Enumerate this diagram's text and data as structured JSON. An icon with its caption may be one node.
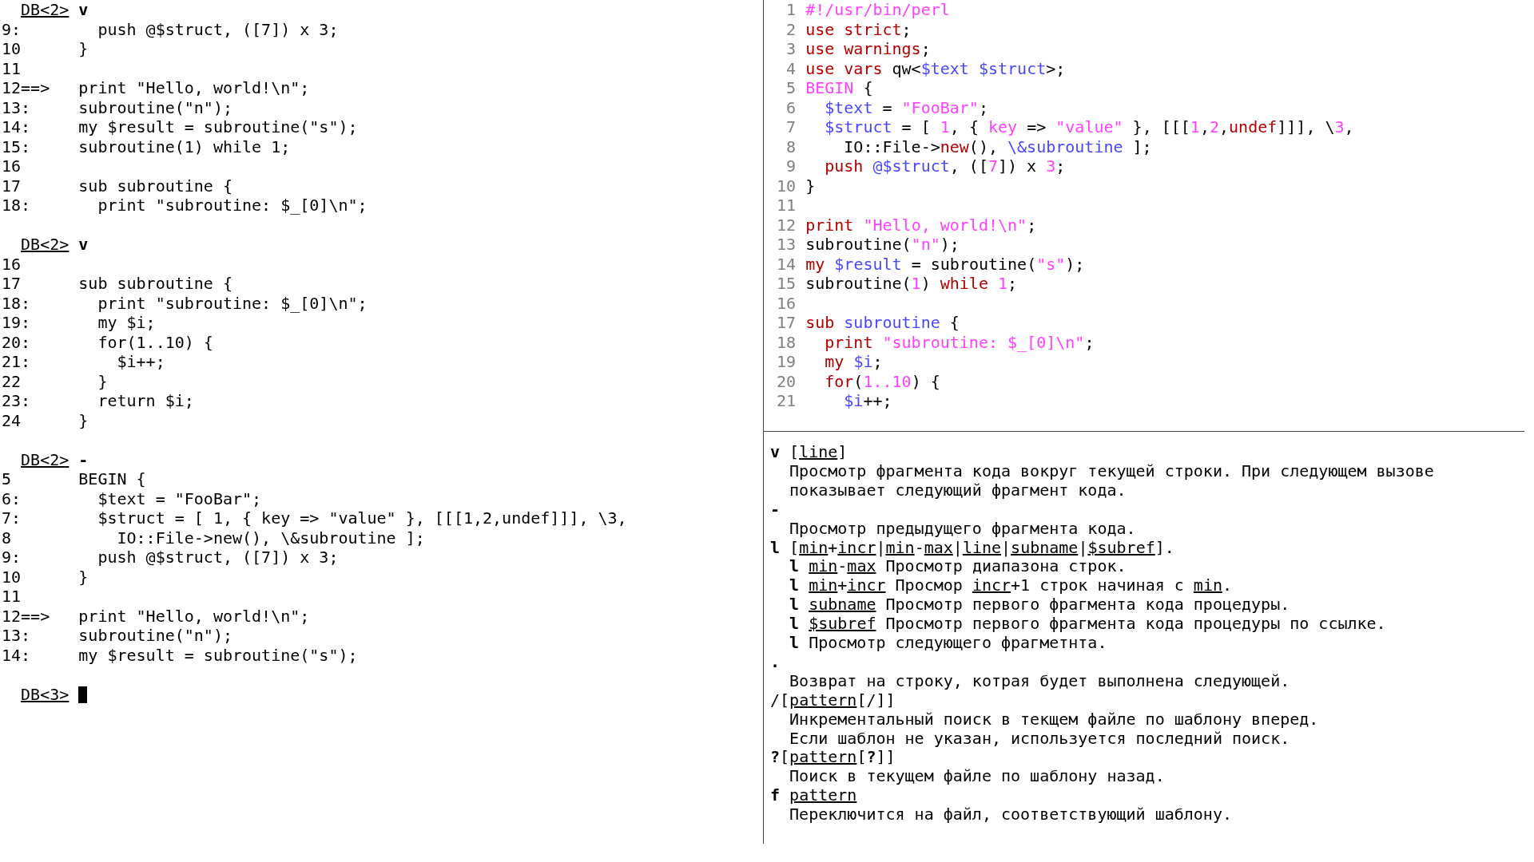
{
  "diagram": {
    "labels": [
      "DB<2> v",
      "9:",
      "push @$struct, ([7]) x 3;",
      "10",
      "}",
      "11",
      "12==>",
      "print \"Hello, world!\\n\";",
      "13:",
      "subroutine(\"n\");",
      "14:",
      "my $result = subroutine(\"s\");",
      "15:",
      "subroutine(1) while 1;",
      "16",
      "17",
      "sub subroutine {",
      "18:",
      "print \"subroutine: $_[0]\\n\";",
      "DB<2> v",
      "16",
      "17",
      "sub subroutine {",
      "18:",
      "print \"subroutine: $_[0]\\n\";",
      "19:",
      "my $i;",
      "20:",
      "for(1..10) {",
      "21:",
      "$i++;",
      "22",
      "}",
      "23:",
      "return $i;",
      "24",
      "}",
      "DB<2> -",
      "5",
      "BEGIN {",
      "6:",
      "$text = \"FooBar\";",
      "7:",
      "$struct = [ 1, { key => \"value\" }, [[[1,2,undef]]], \\3,",
      "8",
      "IO::File->new(), \\&subroutine ];",
      "9:",
      "push @$struct, ([7]) x 3;",
      "10",
      "}",
      "11",
      "12==>",
      "print \"Hello, world!\\n\";",
      "13:",
      "subroutine(\"n\");",
      "14:",
      "my $result = subroutine(\"s\");",
      "DB<3>",
      "1",
      "#!/usr/bin/perl",
      "2",
      "use strict;",
      "3",
      "use warnings;",
      "4",
      "use vars qw<$text $struct>;",
      "5",
      "BEGIN {",
      "6",
      "$text = \"FooBar\";",
      "7",
      "$struct = [ 1, { key => \"value\" }, [[[1,2,undef]]], \\3,",
      "8",
      "IO::File->new(), \\&subroutine ];",
      "9",
      "push @$struct, ([7]) x 3;",
      "10",
      "}",
      "11",
      "12",
      "print \"Hello, world!\\n\";",
      "13",
      "subroutine(\"n\");",
      "14",
      "my $result = subroutine(\"s\");",
      "15",
      "subroutine(1) while 1;",
      "16",
      "17",
      "sub subroutine {",
      "18",
      "print \"subroutine: $_[0]\\n\";",
      "19",
      "my $i;",
      "20",
      "for(1..10) {",
      "21",
      "$i++;",
      "v [line]",
      "Просмотр фрагмента кода вокруг текущей строки. При следующем вызове показывает следующий фрагмент кода.",
      "-",
      "Просмотр предыдущего фрагмента кода.",
      "l [min+incr|min-max|line|subname|$subref].",
      "l min-max Просмотр диапазона строк.",
      "l min+incr Просмор incr+1 строк начиная с min.",
      "l subname Просмотр первого фрагмента кода процедуры.",
      "l $subref Просмотр первого фрагмента кода процедуры по ссылке.",
      "l Просмотр следующего фрагметнта.",
      ".",
      "Возврат на строку, котрая будет выполнена следующей.",
      "/[pattern[/]]",
      "Инкрементальный поиск в текщем файле по шаблону вперед. Если шаблон не указан, используется последний поиск.",
      "?[pattern[?]]",
      "Поиск в текущем файле по шаблону назад.",
      "f pattern",
      "Переключится на файл, соответствующий шаблону."
    ]
  }
}
